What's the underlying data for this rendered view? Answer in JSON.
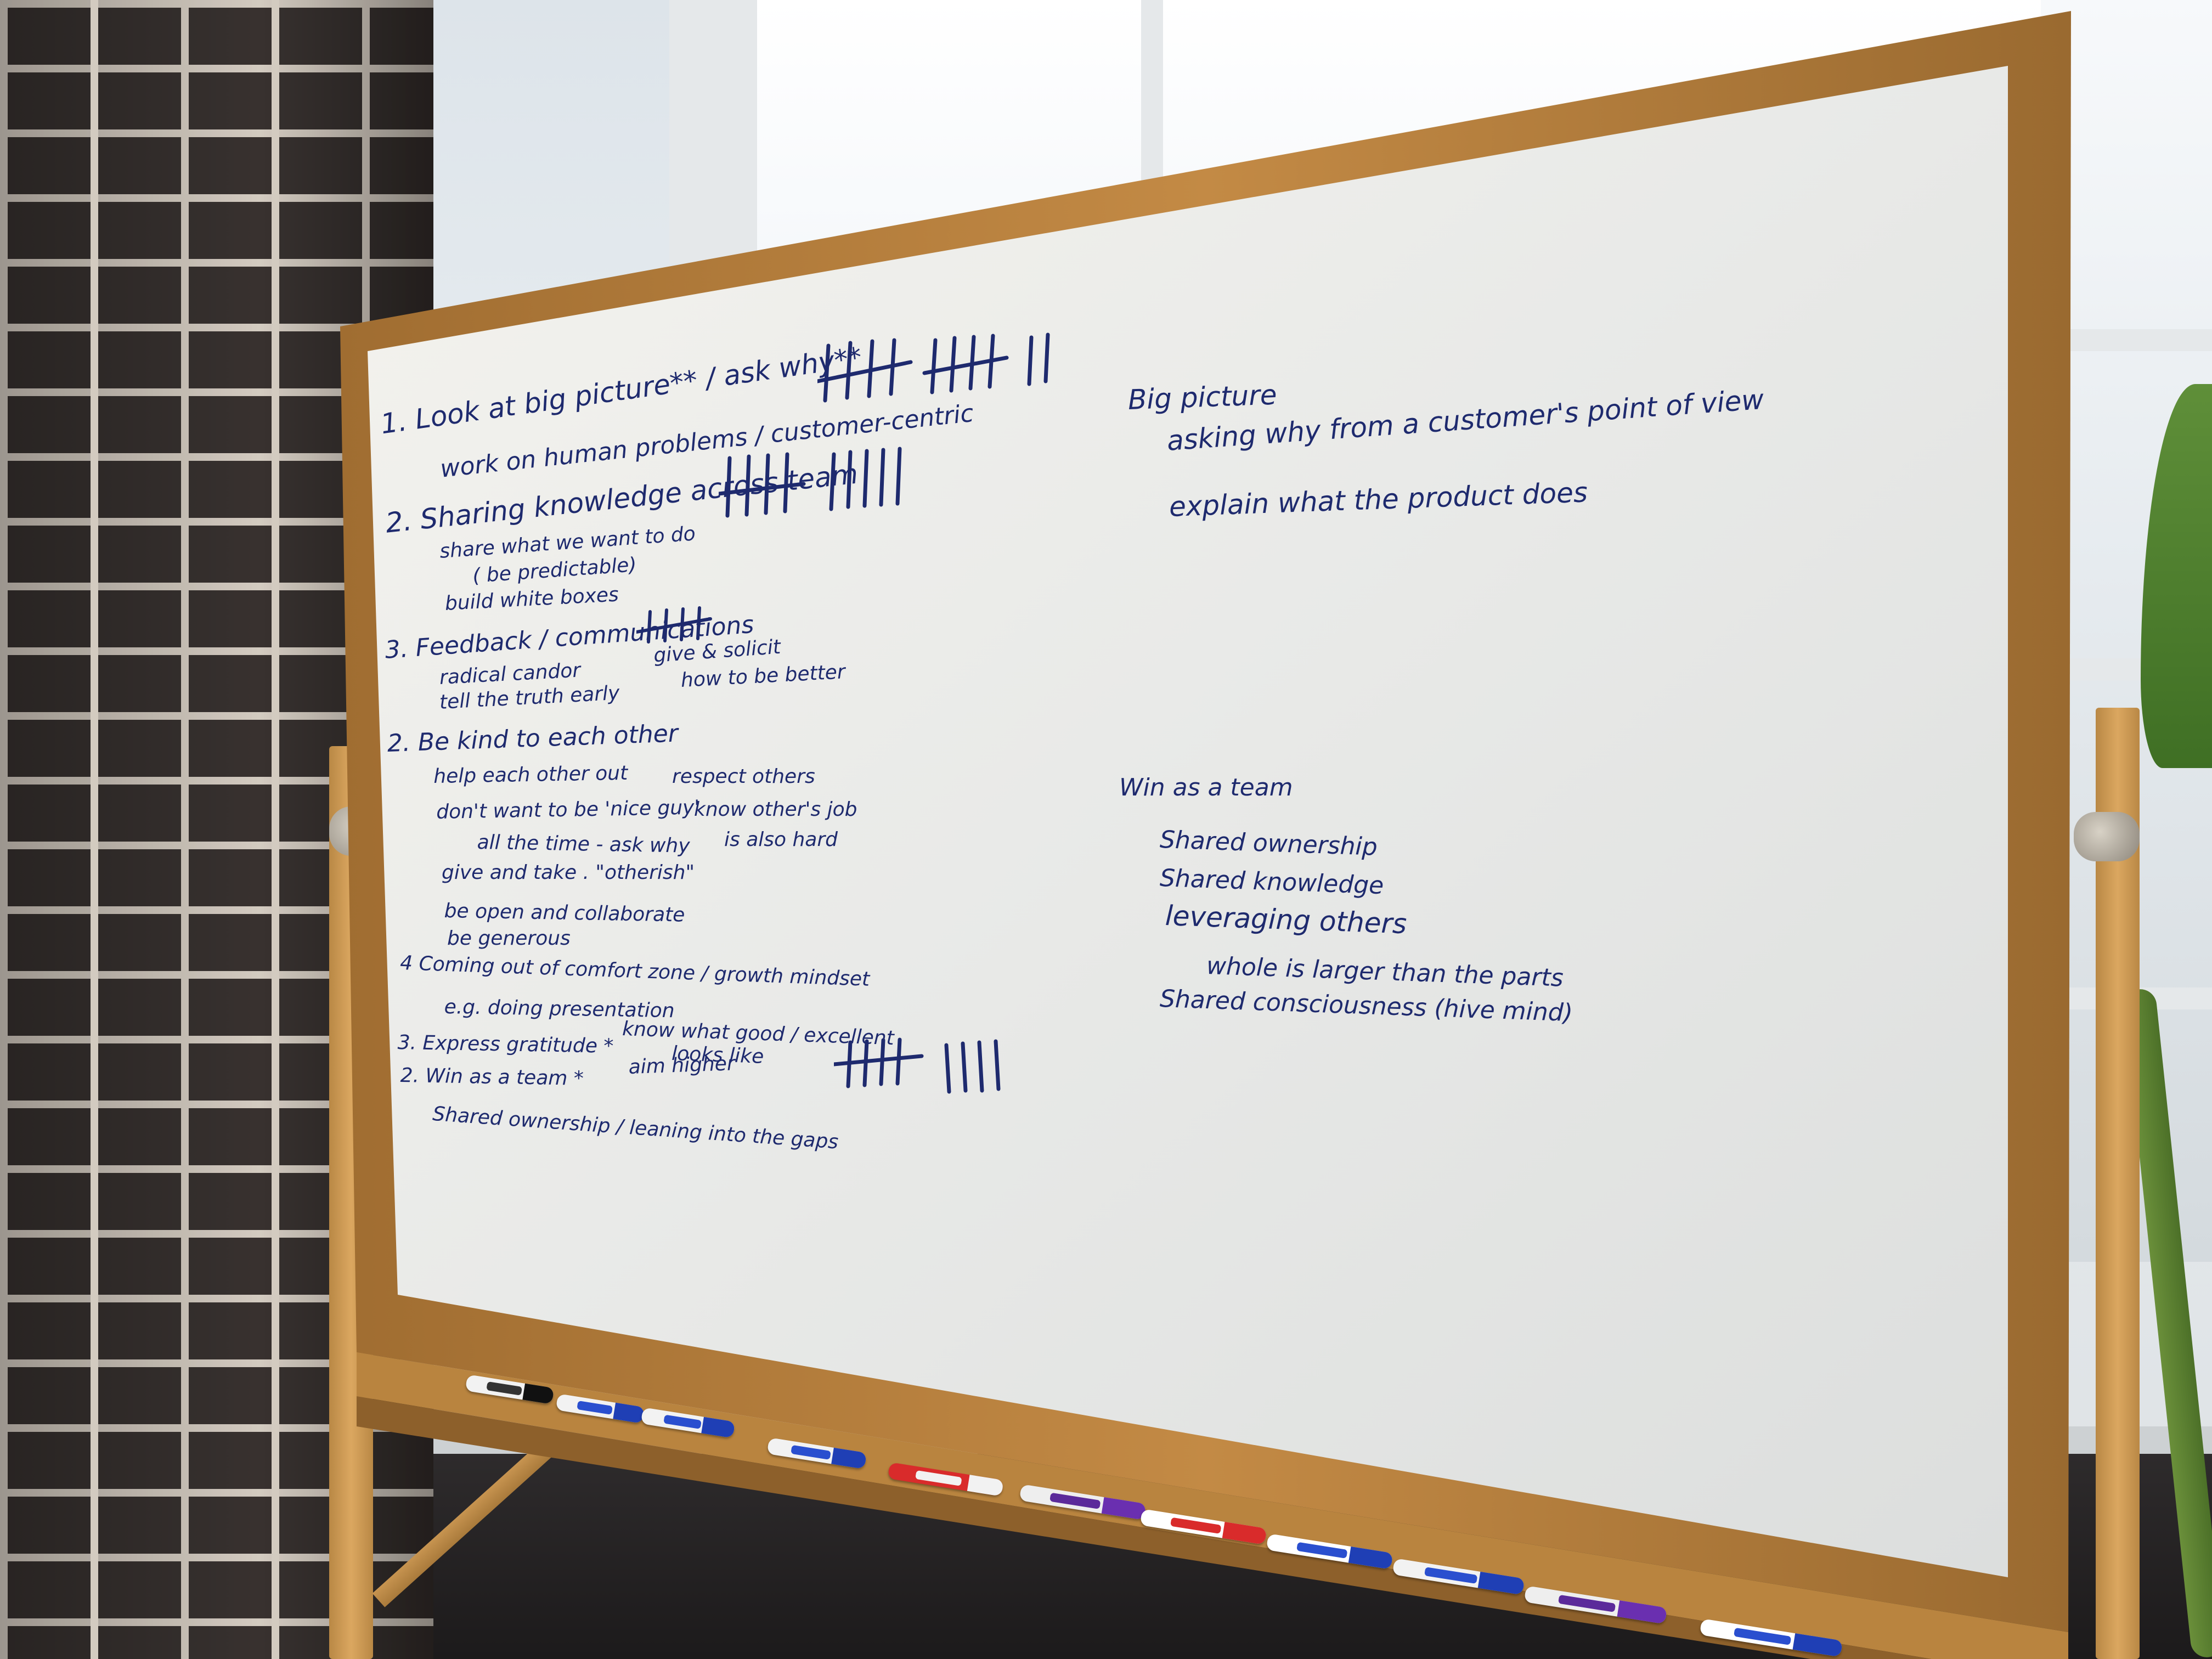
{
  "scene": {
    "description_free": true
  },
  "board": {
    "left_column": {
      "item1_title": "1. Look at big picture** / ask why**",
      "item1_sub": "work on human problems / customer-centric",
      "item2_title": "2. Sharing knowledge across team",
      "item2_sub1": "share what we want to do",
      "item2_sub2": "( be predictable)",
      "item2_sub3": "build white boxes",
      "item3_title": "3. Feedback / communications",
      "item3_sub1": "radical candor",
      "item3_sub2": "tell the truth early",
      "item3_side1": "give & solicit",
      "item3_side2": "how to be better",
      "item4_title": "2. Be kind to each other",
      "item4_sub1": "help each other out",
      "item4_sub2": "don't want to be 'nice guy'",
      "item4_sub3": "all the time - ask why",
      "item4_sub4": "give and take . \"otherish\"",
      "item4_sub5": "be open and collaborate",
      "item4_sub6": "be generous",
      "item4_side1": "respect others",
      "item4_side2": "know other's job",
      "item4_side3": "is also hard",
      "item5_title": "4 Coming out of comfort zone / growth mindset",
      "item5_sub1": "e.g. doing presentation",
      "item5_side1": "know what good / excellent",
      "item5_side2": "looks like",
      "item5_side3": "aim higher",
      "item6_title": "3. Express gratitude *",
      "item7_title": "2. Win as a team *",
      "item7_sub1": "Shared ownership / leaning into the gaps"
    },
    "right_column": {
      "heading1": "Big picture",
      "line1": "asking why from a customer's point of view",
      "line2": "explain what the product does",
      "heading2": "Win as a team",
      "line3": "Shared ownership",
      "line4": "Shared knowledge",
      "line5": "leveraging others",
      "line6": "whole is larger than the parts",
      "line7": "Shared consciousness (hive mind)"
    },
    "tallies": {
      "item1": 12,
      "item2": 10,
      "item3": 5,
      "item5": 9
    }
  },
  "colors": {
    "ink": "#1e2a6e",
    "board_surface": "#eeeeea",
    "frame_wood": "#b7823f"
  }
}
